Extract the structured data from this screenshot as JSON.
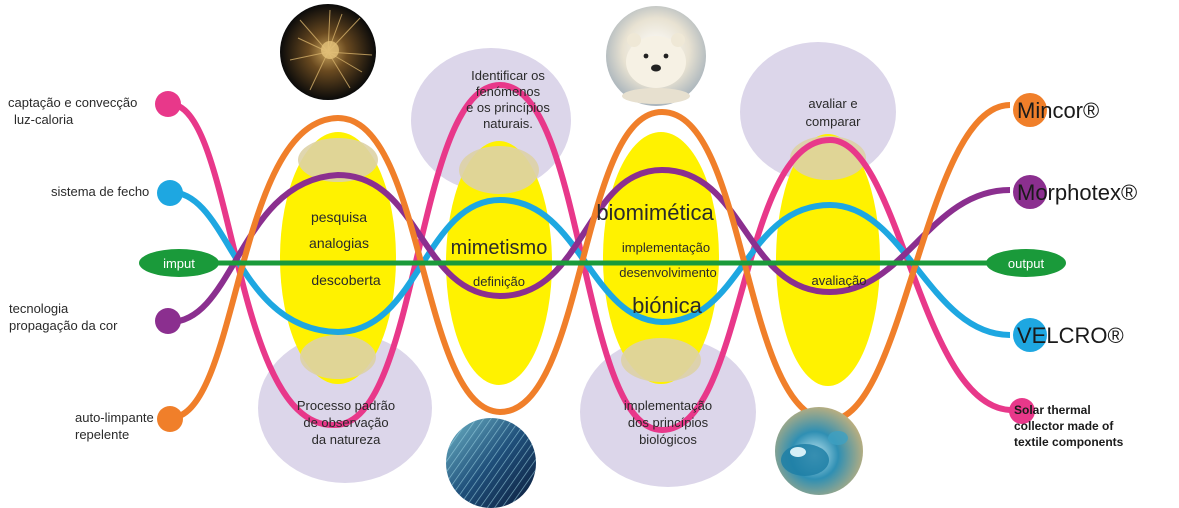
{
  "inputs": {
    "pill": "imput",
    "items": [
      {
        "line1": "captação e convecção",
        "line2": "luz-caloria",
        "color": "#e8388a"
      },
      {
        "line1": "sistema de fecho",
        "line2": "",
        "color": "#1ea7e1"
      },
      {
        "line1": "tecnologia",
        "line2": "propagação da cor",
        "color": "#8b2f8f"
      },
      {
        "line1": "auto-limpante",
        "line2": "repelente",
        "color": "#f07f2a"
      }
    ]
  },
  "outputs": {
    "pill": "output",
    "items": [
      {
        "label": "Mincor®",
        "color": "#f07f2a"
      },
      {
        "label": "Morphotex®",
        "color": "#8b2f8f"
      },
      {
        "label": "VELCRO®",
        "color": "#1ea7e1"
      },
      {
        "label_lines": [
          "Solar thermal",
          "collector made of",
          "textile components"
        ],
        "color": "#e8388a"
      }
    ]
  },
  "stages": {
    "s1": {
      "lines": [
        "pesquisa",
        "analogias",
        "descoberta"
      ]
    },
    "s2": {
      "title": "mimetismo",
      "sub": "definição"
    },
    "s3": {
      "title": "biomimética",
      "lines": [
        "implementação",
        "desenvolvimento"
      ],
      "title2": "biónica"
    },
    "s4": {
      "sub": "avaliação"
    }
  },
  "bubbles": {
    "top1": [
      "Identificar os",
      "fenómenos",
      "e os princípios",
      "naturais."
    ],
    "top2": [
      "avaliar e",
      "comparar"
    ],
    "bottom1": [
      "Processo padrão",
      "de observação",
      "da natureza"
    ],
    "bottom2": [
      "implementação",
      "dos princípios",
      "biológicos"
    ]
  },
  "colors": {
    "pink": "#e8388a",
    "blue": "#1ea7e1",
    "purple": "#8b2f8f",
    "orange": "#f07f2a",
    "green": "#1a9a3a",
    "yellow": "#fff200",
    "bubble": "#dcd6ea"
  },
  "photos": [
    {
      "name": "sea-urchin-photo"
    },
    {
      "name": "polar-bear-photo"
    },
    {
      "name": "butterfly-wing-photo"
    },
    {
      "name": "water-drop-photo"
    }
  ]
}
